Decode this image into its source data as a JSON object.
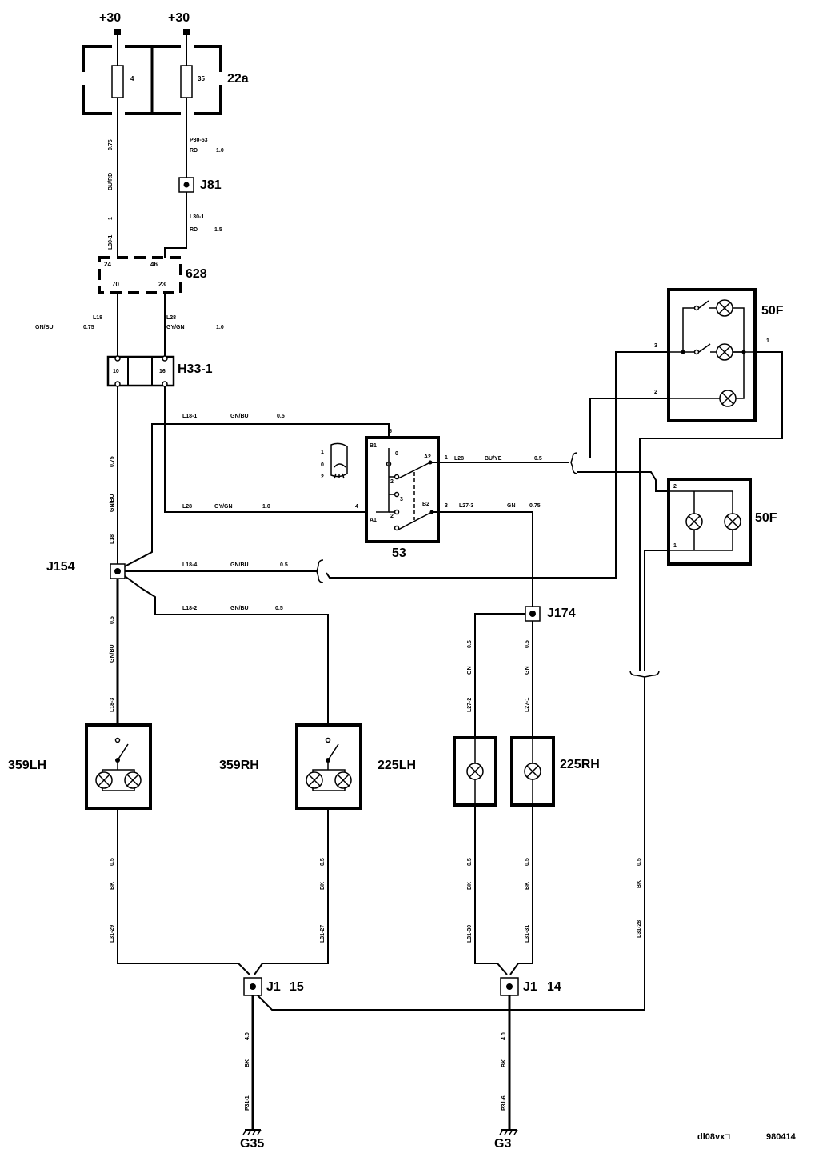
{
  "supply": {
    "plus_a": "+30",
    "plus_b": "+30"
  },
  "components": {
    "fusebox": "22a",
    "fuse_a": "4",
    "fuse_b": "35",
    "j81": "J81",
    "c628": "628",
    "h33": "H33-1",
    "j154": "J154",
    "switch53": "53",
    "j174": "J174",
    "f50_top": "50F",
    "f50_bot": "50F",
    "l359lh": "359LH",
    "l359rh": "359RH",
    "l225lh": "225LH",
    "l225rh": "225RH",
    "j1a": "J1",
    "j1a_pin": "15",
    "j1b": "J1",
    "j1b_pin": "14",
    "g35": "G35",
    "g3": "G3"
  },
  "pins": {
    "c628_24": "24",
    "c628_46": "46",
    "c628_70": "70",
    "c628_23": "23",
    "h33_10": "10",
    "h33_16": "16",
    "sw_b1": "B1",
    "sw_a2": "A2",
    "sw_b2": "B2",
    "sw_a1": "A1",
    "sw_5": "5",
    "sw_1": "1",
    "sw_3": "3",
    "sw_4": "4",
    "sw_o": "0",
    "sw_in1": "1",
    "sw_in2": "2",
    "sw_in3": "3",
    "sw_in2b": "2",
    "knob_1": "1",
    "knob_0": "0",
    "knob_2": "2",
    "f50t_3": "3",
    "f50t_2": "2",
    "f50t_1": "1",
    "f50b_2": "2",
    "f50b_1": "1"
  },
  "wires": {
    "w1": [
      "0.75",
      "BU/RD",
      "1",
      "L30-1"
    ],
    "w2": [
      "P30-53",
      "RD",
      "1.0"
    ],
    "w3": [
      "L30-1",
      "RD",
      "1.5"
    ],
    "w4": [
      "L18",
      "GN/BU",
      "0.75"
    ],
    "w5": [
      "L28",
      "GY/GN",
      "1.0"
    ],
    "w6": [
      "0.75",
      "GN/BU",
      "L18"
    ],
    "w7": [
      "L18-1",
      "GN/BU",
      "0.5"
    ],
    "w8": [
      "L28",
      "GY/GN",
      "1.0"
    ],
    "w9": [
      "L28",
      "BU/YE",
      "0.5"
    ],
    "w10": [
      "L27-3",
      "GN",
      "0.75"
    ],
    "w11": [
      "L18-4",
      "GN/BU",
      "0.5"
    ],
    "w12": [
      "L18-2",
      "GN/BU",
      "0.5"
    ],
    "w13": [
      "0.5",
      "GN/BU",
      "L18-3"
    ],
    "w14": [
      "0.5",
      "GN",
      "L27-2"
    ],
    "w15": [
      "0.5",
      "GN",
      "L27-1"
    ],
    "w16": [
      "0.5",
      "BK",
      "L31-29"
    ],
    "w17": [
      "0.5",
      "BK",
      "L31-27"
    ],
    "w18": [
      "0.5",
      "BK",
      "L31-30"
    ],
    "w19": [
      "0.5",
      "BK",
      "L31-31"
    ],
    "w20": [
      "0.5",
      "BK",
      "L31-28"
    ],
    "w21": [
      "4.0",
      "BK",
      "P31-1"
    ],
    "w22": [
      "4.0",
      "BK",
      "P31-6"
    ]
  },
  "footer": {
    "code": "dl08vx□",
    "date": "980414"
  }
}
